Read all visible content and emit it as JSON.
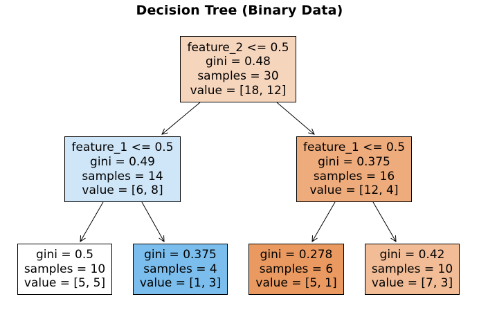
{
  "title": "Decision Tree (Binary Data)",
  "nodes": {
    "root": {
      "split": "feature_2 <= 0.5",
      "gini": "gini = 0.48",
      "samples": "samples = 30",
      "value": "value = [18, 12]",
      "fill": "#f6d5bd"
    },
    "left": {
      "split": "feature_1 <= 0.5",
      "gini": "gini = 0.49",
      "samples": "samples = 14",
      "value": "value = [6, 8]",
      "fill": "#cfe6f8"
    },
    "right": {
      "split": "feature_1 <= 0.5",
      "gini": "gini = 0.375",
      "samples": "samples = 16",
      "value": "value = [12, 4]",
      "fill": "#eeab7b"
    },
    "leaf_ll": {
      "gini": "gini = 0.5",
      "samples": "samples = 10",
      "value": "value = [5, 5]",
      "fill": "#ffffff"
    },
    "leaf_lr": {
      "gini": "gini = 0.375",
      "samples": "samples = 4",
      "value": "value = [1, 3]",
      "fill": "#7bbeee"
    },
    "leaf_rl": {
      "gini": "gini = 0.278",
      "samples": "samples = 6",
      "value": "value = [5, 1]",
      "fill": "#ea9a61"
    },
    "leaf_rr": {
      "gini": "gini = 0.42",
      "samples": "samples = 10",
      "value": "value = [7, 3]",
      "fill": "#f1bc96"
    }
  }
}
